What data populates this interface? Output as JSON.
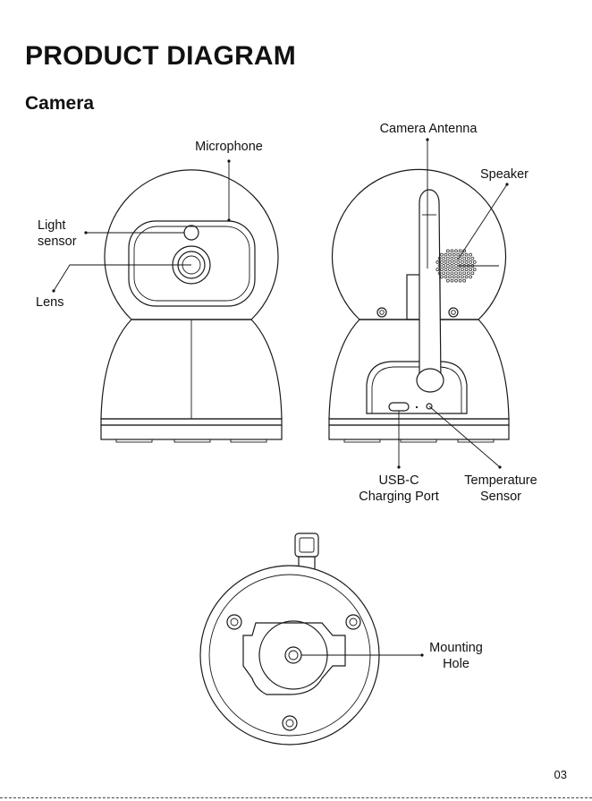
{
  "header": {
    "title": "PRODUCT DIAGRAM",
    "subtitle": "Camera"
  },
  "labels": {
    "microphone": "Microphone",
    "camera_antenna": "Camera Antenna",
    "speaker": "Speaker",
    "light_sensor": [
      "Light",
      "sensor"
    ],
    "lens": "Lens",
    "usb_c": [
      "USB-C",
      "Charging Port"
    ],
    "temperature_sensor": [
      "Temperature",
      "Sensor"
    ],
    "mounting_hole": [
      "Mounting",
      "Hole"
    ]
  },
  "footer": {
    "page_number": "03"
  }
}
